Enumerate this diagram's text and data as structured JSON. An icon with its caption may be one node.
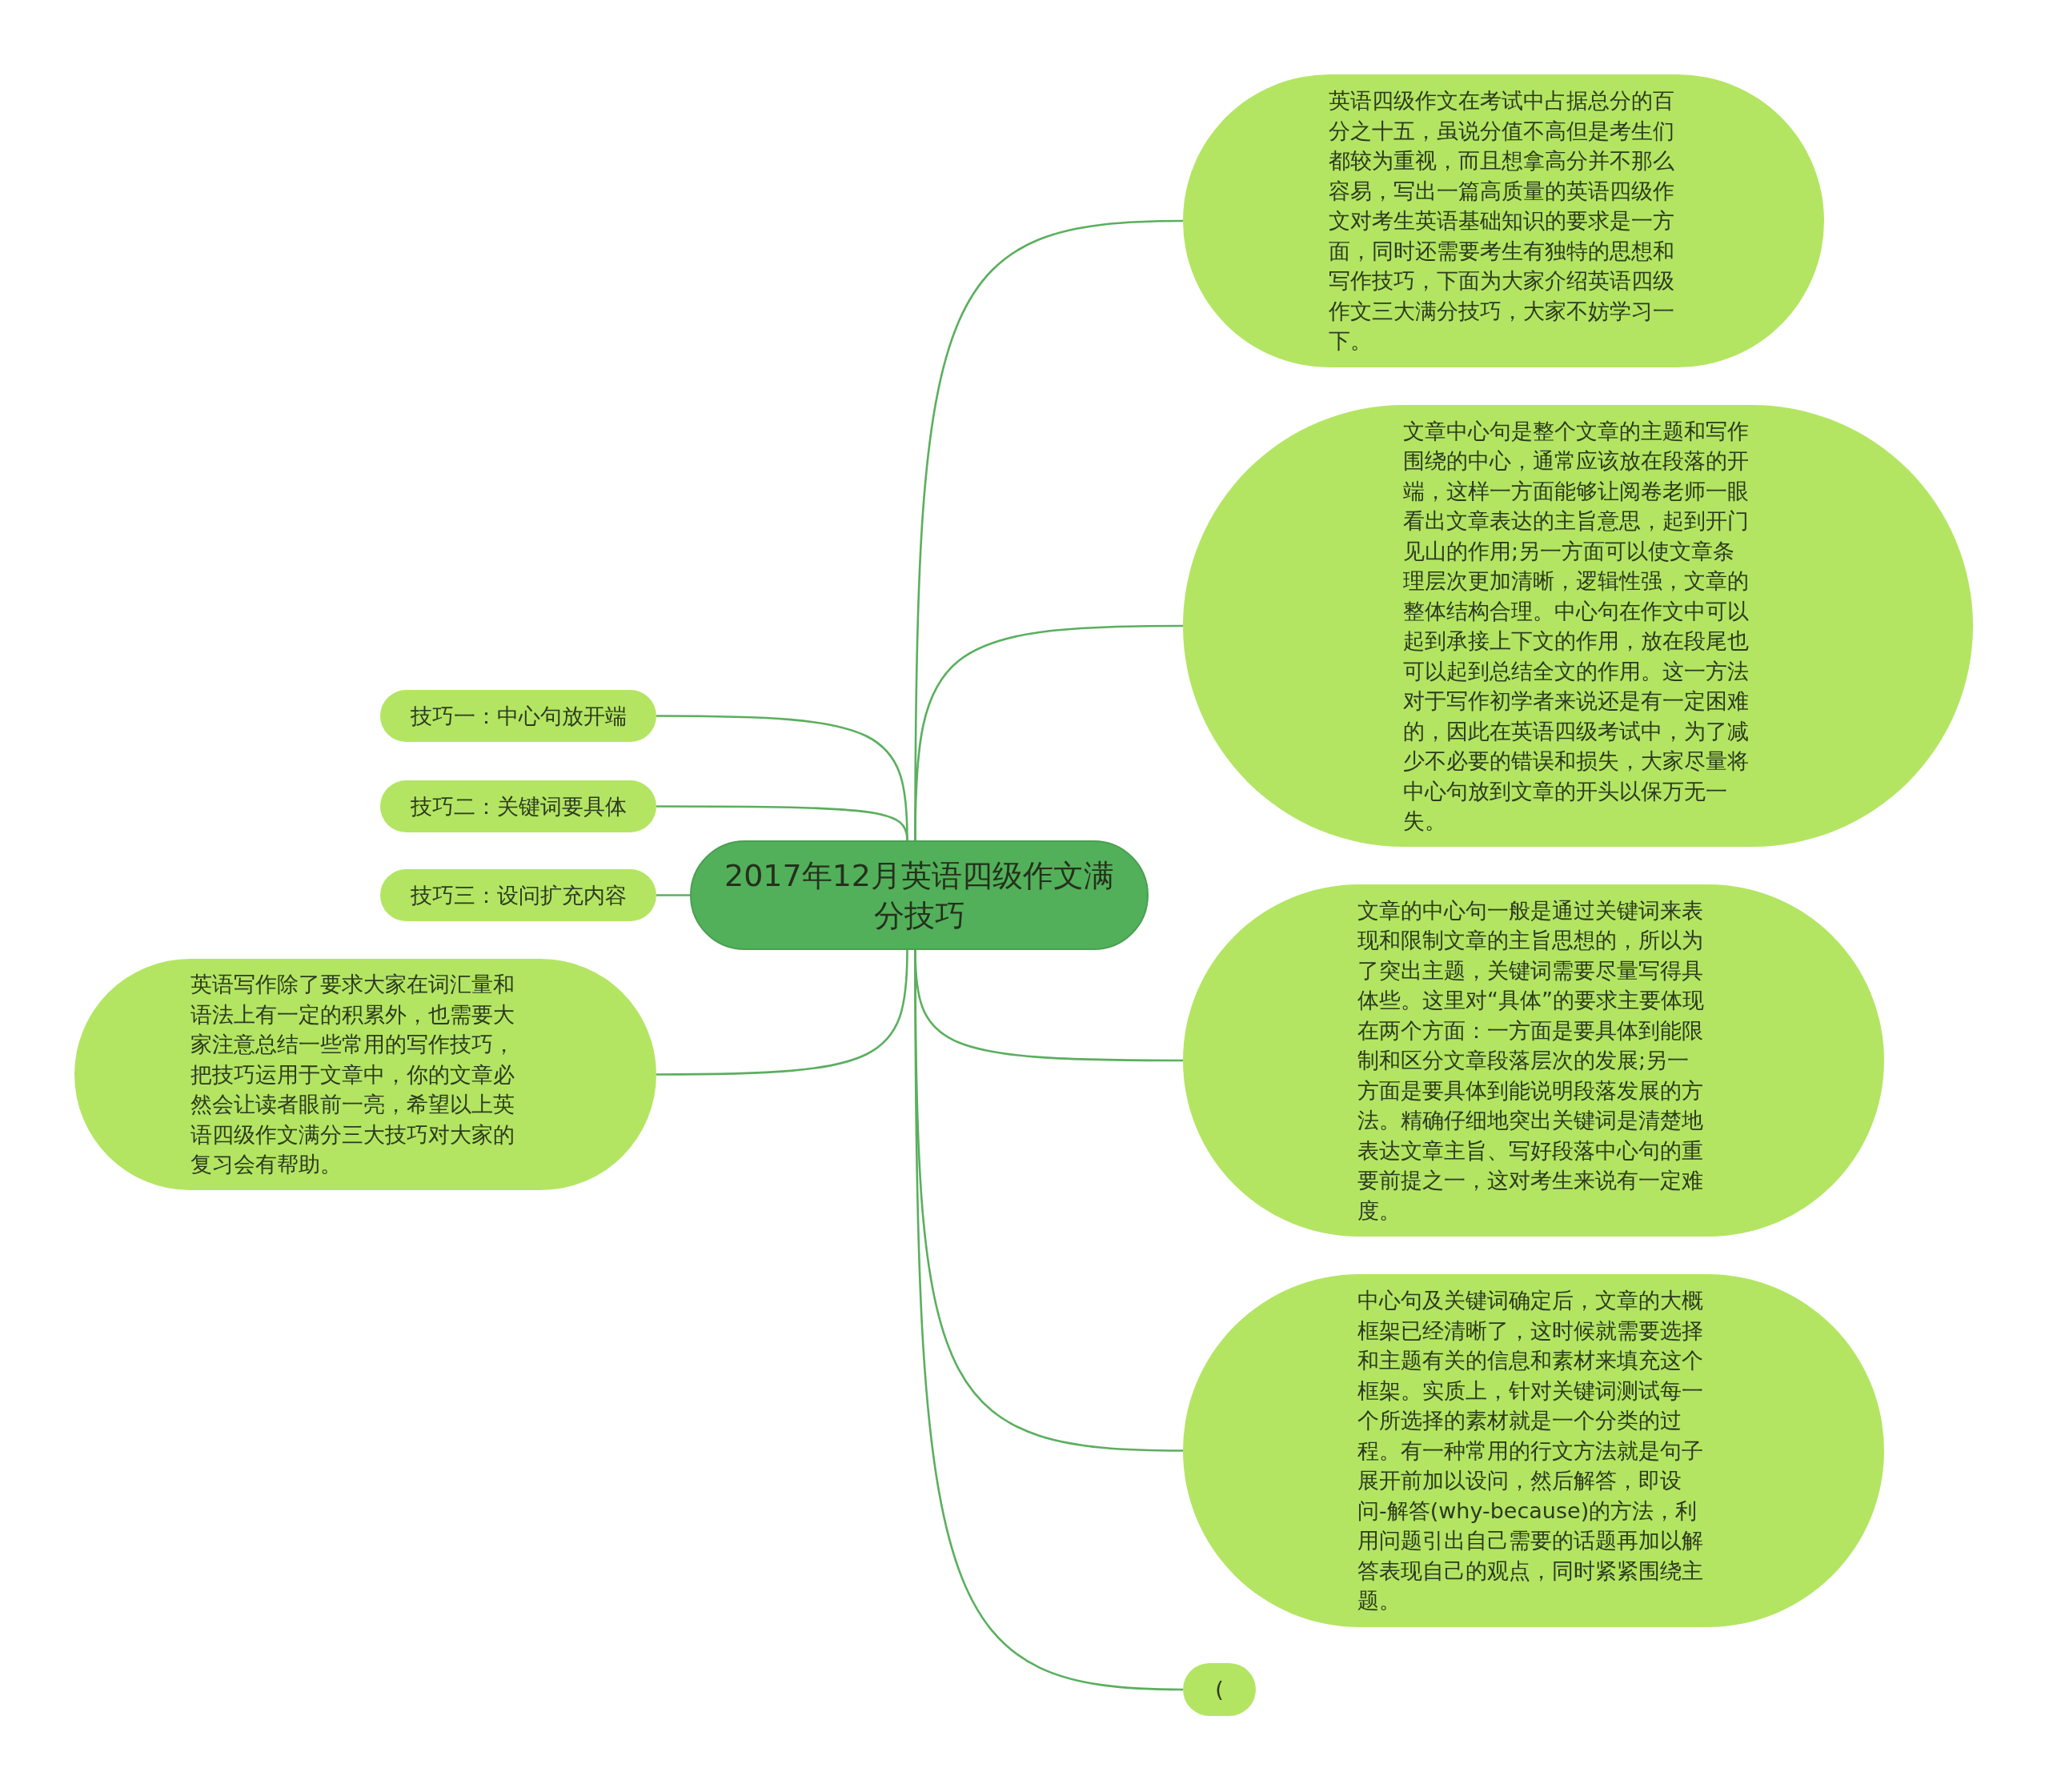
{
  "diagram": {
    "nodes": [
      {
        "text": [
          "2017年12月英语四级作文满分技巧"
        ]
      },
      {
        "text": [
          "英语四级作文在考试中占据总分的百分之十五，虽说分值不高但是考生们都较为重视，而且想拿高分并不那么容易，写出一篇高质量的英语四级作文对考生英语基础知识的要求是一方面，同时还需要考生有独特的思想和写作技巧，下面为大家介绍英语四级作文三大满分技巧，大家不妨学习一下。"
        ]
      },
      {
        "text": [
          "文章中心句是整个文章的主题和写作围绕的中心，通常应该放在段落的开端，这样一方面能够让阅卷老师一眼看出文章表达的主旨意思，起到开门见山的作用;另一方面可以使文章条理层次更加清晰，逻辑性强，文章的整体结构合理。中心句在作文中可以起到承接上下文的作用，放在段尾也可以起到总结全文的作用。这一方法对于写作初学者来说还是有一定困难的，因此在英语四级考试中，为了减少不必要的错误和损失，大家尽量将中心句放到文章的开头以保万无一失。"
        ]
      },
      {
        "text": [
          "文章的中心句一般是通过关键词来表现和限制文章的主旨思想的，所以为了突出主题，关键词需要尽量写得具体些。这里对“具体”的要求主要体现在两个方面：一方面是要具体到能限制和区分文章段落层次的发展;另一方面是要具体到能说明段落发展的方法。精确仔细地突出关键词是清楚地表达文章主旨、写好段落中心句的重要前提之一，这对考生来说有一定难度。"
        ]
      },
      {
        "text": [
          "中心句及关键词确定后，文章的大概框架已经清晰了，这时候就需要选择和主题有关的信息和素材来填充这个框架。实质上，针对关键词测试每一个所选择的素材就是一个分类的过程。有一种常用的行文方法就是句子展开前加以设问，然后解答，即设问-解答(why-because)的方法，利用问题引出自己需要的话题再加以解答表现自己的观点，同时紧紧围绕主题。"
        ]
      },
      {
        "text": [
          "("
        ]
      },
      {
        "text": [
          "技巧一：中心句放开端"
        ]
      },
      {
        "text": [
          "技巧二：关键词要具体"
        ]
      },
      {
        "text": [
          "技巧三：设问扩充内容"
        ]
      },
      {
        "text": [
          "英语写作除了要求大家在词汇量和语法上有一定的积累外，也需要大家注意总结一些常用的写作技巧，把技巧运用于文章中，你的文章必然会让读者眼前一亮，希望以上英语四级作文满分三大技巧对大家的复习会有帮助。"
        ]
      }
    ],
    "edges": [
      {
        "from": 0,
        "to": 1,
        "arrow": "none"
      },
      {
        "from": 0,
        "to": 2,
        "arrow": "none"
      },
      {
        "from": 0,
        "to": 3,
        "arrow": "none"
      },
      {
        "from": 0,
        "to": 4,
        "arrow": "none"
      },
      {
        "from": 0,
        "to": 5,
        "arrow": "none"
      },
      {
        "from": 0,
        "to": 6,
        "arrow": "none"
      },
      {
        "from": 0,
        "to": 7,
        "arrow": "none"
      },
      {
        "from": 0,
        "to": 8,
        "arrow": "none"
      },
      {
        "from": 0,
        "to": 9,
        "arrow": "none"
      }
    ]
  }
}
